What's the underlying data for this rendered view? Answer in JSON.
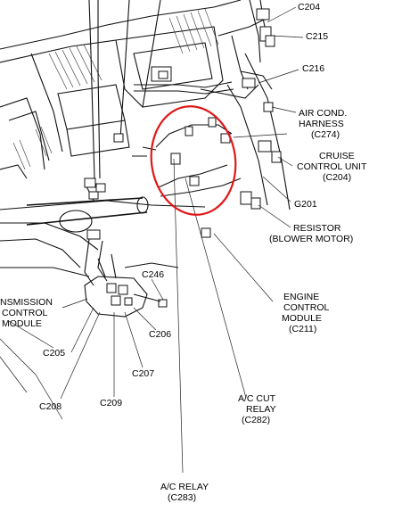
{
  "highlight": {
    "color": "#e01818"
  },
  "labels": {
    "c204_top": "C204",
    "c215": "C215",
    "c216": "C216",
    "air_cond_1": "AIR COND.",
    "air_cond_2": "HARNESS",
    "air_cond_3": "(C274)",
    "cruise_1": "CRUISE",
    "cruise_2": "CONTROL UNIT",
    "cruise_3": "(C204)",
    "g201": "G201",
    "resistor_1": "RESISTOR",
    "resistor_2": "(BLOWER MOTOR)",
    "c246": "C246",
    "trans_1": "NSMISSION",
    "trans_2": "CONTROL",
    "trans_3": "MODULE",
    "c206": "C206",
    "c205": "C205",
    "c207": "C207",
    "c208": "C208",
    "c209": "C209",
    "engine_1": "ENGINE",
    "engine_2": "CONTROL",
    "engine_3": "MODULE",
    "engine_4": "(C211)",
    "ac_cut_1": "A/C CUT",
    "ac_cut_2": "RELAY",
    "ac_cut_3": "(C282)",
    "ac_relay_1": "A/C RELAY",
    "ac_relay_2": "(C283)"
  }
}
